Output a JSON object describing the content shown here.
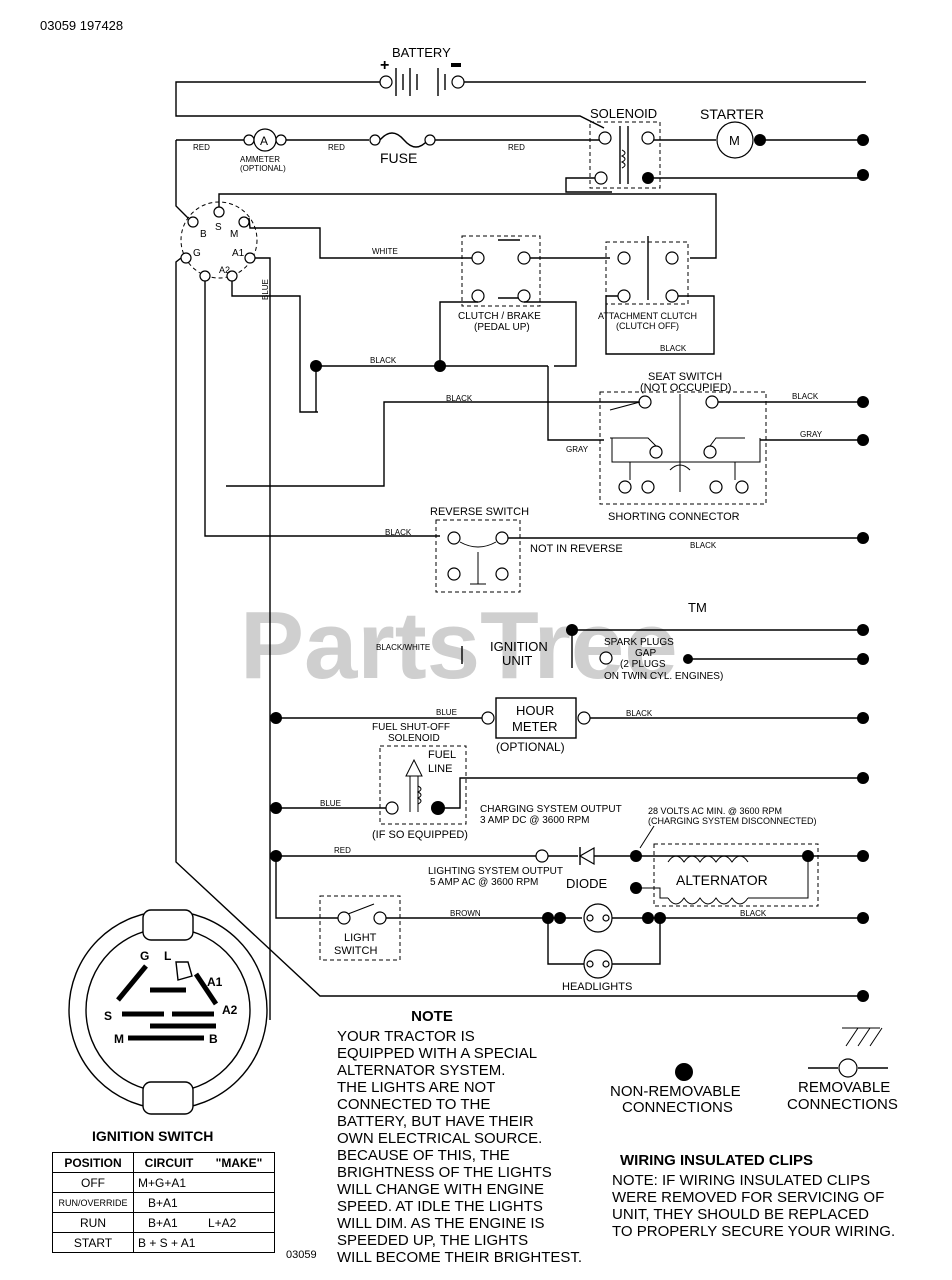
{
  "header": {
    "code": "03059  197428",
    "footer_code": "03059"
  },
  "watermark": {
    "text": "PartsTree",
    "tm": "TM"
  },
  "components": {
    "battery": "BATTERY",
    "solenoid": "SOLENOID",
    "starter": "STARTER",
    "starter_symbol": "M",
    "ammeter_symbol": "A",
    "ammeter": "AMMETER",
    "ammeter_opt": "(OPTIONAL)",
    "fuse": "FUSE",
    "clutch_brake_1": "CLUTCH / BRAKE",
    "clutch_brake_2": "(PEDAL UP)",
    "attach_clutch_1": "ATTACHMENT CLUTCH",
    "attach_clutch_2": "(CLUTCH OFF)",
    "seat_switch_1": "SEAT SWITCH",
    "seat_switch_2": "(NOT OCCUPIED)",
    "shorting_connector": "SHORTING CONNECTOR",
    "reverse_switch": "REVERSE SWITCH",
    "not_in_reverse": "NOT IN REVERSE",
    "ignition_unit_1": "IGNITION",
    "ignition_unit_2": "UNIT",
    "spark_plugs_1": "SPARK PLUGS",
    "spark_plugs_2": "GAP",
    "spark_plugs_3": "(2 PLUGS",
    "spark_plugs_4": "ON TWIN CYL. ENGINES)",
    "hour_meter_1": "HOUR",
    "hour_meter_2": "METER",
    "hour_meter_opt": "(OPTIONAL)",
    "fuel_shutoff_1": "FUEL SHUT-OFF",
    "fuel_shutoff_2": "SOLENOID",
    "fuel_line_1": "FUEL",
    "fuel_line_2": "LINE",
    "if_so_equipped": "(IF SO EQUIPPED)",
    "charging_output_1": "CHARGING SYSTEM OUTPUT",
    "charging_output_2": "3 AMP DC @ 3600 RPM",
    "volts_1": "28 VOLTS AC MIN. @ 3600 RPM",
    "volts_2": "(CHARGING SYSTEM DISCONNECTED)",
    "lighting_output_1": "LIGHTING SYSTEM OUTPUT",
    "lighting_output_2": "5 AMP AC @ 3600 RPM",
    "diode": "DIODE",
    "alternator": "ALTERNATOR",
    "light_switch_1": "LIGHT",
    "light_switch_2": "SWITCH",
    "headlights": "HEADLIGHTS"
  },
  "ignition_terminals": [
    "B",
    "S",
    "M",
    "G",
    "A1",
    "A2"
  ],
  "wire_colors": {
    "red": "RED",
    "white": "WHITE",
    "blue": "BLUE",
    "black": "BLACK",
    "gray": "GRAY",
    "black_white": "BLACK/WHITE",
    "brown": "BROWN"
  },
  "ignition_switch": {
    "title": "IGNITION SWITCH",
    "face_labels": [
      "G",
      "L",
      "A1",
      "A2",
      "S",
      "M",
      "B"
    ],
    "headers": [
      "POSITION",
      "CIRCUIT",
      "\"MAKE\""
    ],
    "rows": [
      {
        "position": "OFF",
        "circuit": "M+G+A1",
        "make": ""
      },
      {
        "position": "RUN/OVERRIDE",
        "circuit": "B+A1",
        "make": ""
      },
      {
        "position": "RUN",
        "circuit": "B+A1",
        "make": "L+A2"
      },
      {
        "position": "START",
        "circuit": "B + S + A1",
        "make": ""
      }
    ]
  },
  "note": {
    "title": "NOTE",
    "lines": [
      "YOUR TRACTOR IS",
      "EQUIPPED WITH A SPECIAL",
      "ALTERNATOR SYSTEM.",
      "THE LIGHTS ARE NOT",
      "CONNECTED TO THE",
      "BATTERY, BUT HAVE THEIR",
      "OWN ELECTRICAL SOURCE.",
      "BECAUSE OF THIS, THE",
      "BRIGHTNESS OF THE LIGHTS",
      "WILL CHANGE WITH ENGINE",
      "SPEED.  AT IDLE THE LIGHTS",
      "WILL DIM.  AS THE ENGINE IS",
      "SPEEDED UP, THE LIGHTS",
      "WILL BECOME THEIR BRIGHTEST."
    ]
  },
  "legend": {
    "non_removable_1": "NON-REMOVABLE",
    "non_removable_2": "CONNECTIONS",
    "removable_1": "REMOVABLE",
    "removable_2": "CONNECTIONS"
  },
  "clips": {
    "title": "WIRING INSULATED CLIPS",
    "lines": [
      "NOTE: IF WIRING INSULATED CLIPS",
      "WERE REMOVED FOR SERVICING OF",
      " UNIT, THEY SHOULD BE REPLACED",
      "TO PROPERLY SECURE YOUR WIRING."
    ]
  }
}
